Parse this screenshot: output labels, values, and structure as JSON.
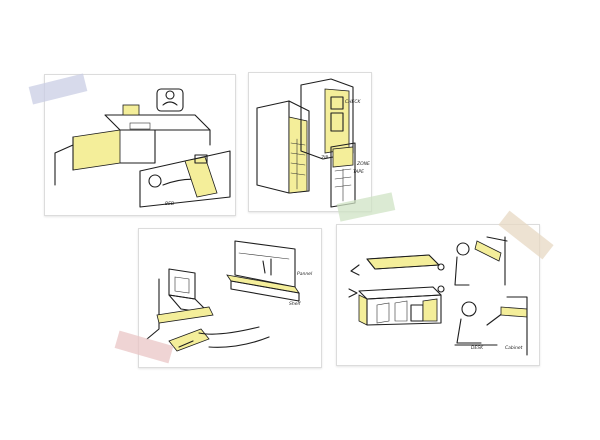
{
  "sketches": [
    {
      "id": "desk-bed",
      "labels": [
        "BED"
      ]
    },
    {
      "id": "lockers",
      "labels": [
        "CHECK",
        "ZIP",
        "ZONE",
        "TAPE"
      ]
    },
    {
      "id": "shelf",
      "labels": [
        "Pannel",
        "Shelf"
      ]
    },
    {
      "id": "folding-desk",
      "labels": [
        "DESK",
        "Cabinet"
      ]
    }
  ],
  "colors": {
    "highlight": "#f4ee9a",
    "tape_blue": "#c9cde4",
    "tape_green": "#cfe3c4",
    "tape_pink": "#e9c6c6",
    "tape_beige": "#e7d8c3"
  }
}
